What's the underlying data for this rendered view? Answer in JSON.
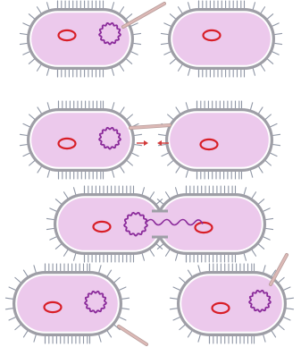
{
  "stages": [
    {
      "id": "stage-1",
      "donor_has_pilus": true,
      "recipient_has_plasmid": false,
      "contact_arrows": false,
      "plasmid_transfer": false
    },
    {
      "id": "stage-2",
      "donor_has_pilus": true,
      "recipient_has_plasmid": false,
      "contact_arrows": true,
      "plasmid_transfer": false
    },
    {
      "id": "stage-3",
      "donor_has_pilus": false,
      "recipient_has_plasmid": false,
      "contact_arrows": false,
      "plasmid_transfer": true
    },
    {
      "id": "stage-4",
      "donor_has_pilus": true,
      "recipient_has_plasmid": true,
      "contact_arrows": false,
      "plasmid_transfer": false
    }
  ],
  "colors": {
    "cytoplasm": "#ecc9ec",
    "membrane": "#9e9ea6",
    "pili": "#8f96a5",
    "chromosome": "#d81e27",
    "plasmid": "#8a2a9a",
    "sex_pilus": "#dcb9b6",
    "arrow": "#d23a3a"
  }
}
